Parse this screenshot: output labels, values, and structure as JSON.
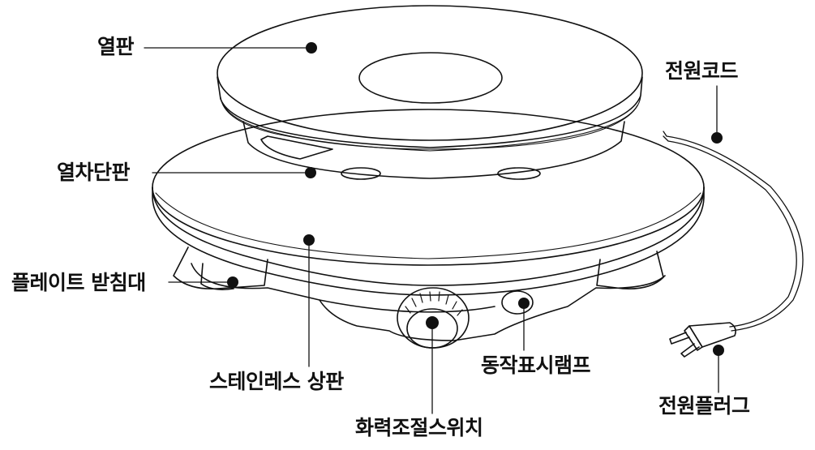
{
  "labels": {
    "heating_plate": "열판",
    "heat_shield_plate": "열차단판",
    "plate_support": "플레이트 받침대",
    "stainless_top": "스테인레스 상판",
    "heat_control_switch": "화력조절스위치",
    "operation_lamp": "동작표시램프",
    "power_plug": "전원플러그",
    "power_cord": "전원코드"
  },
  "colors": {
    "line": "#111111",
    "dot": "#111111",
    "background": "#ffffff"
  }
}
